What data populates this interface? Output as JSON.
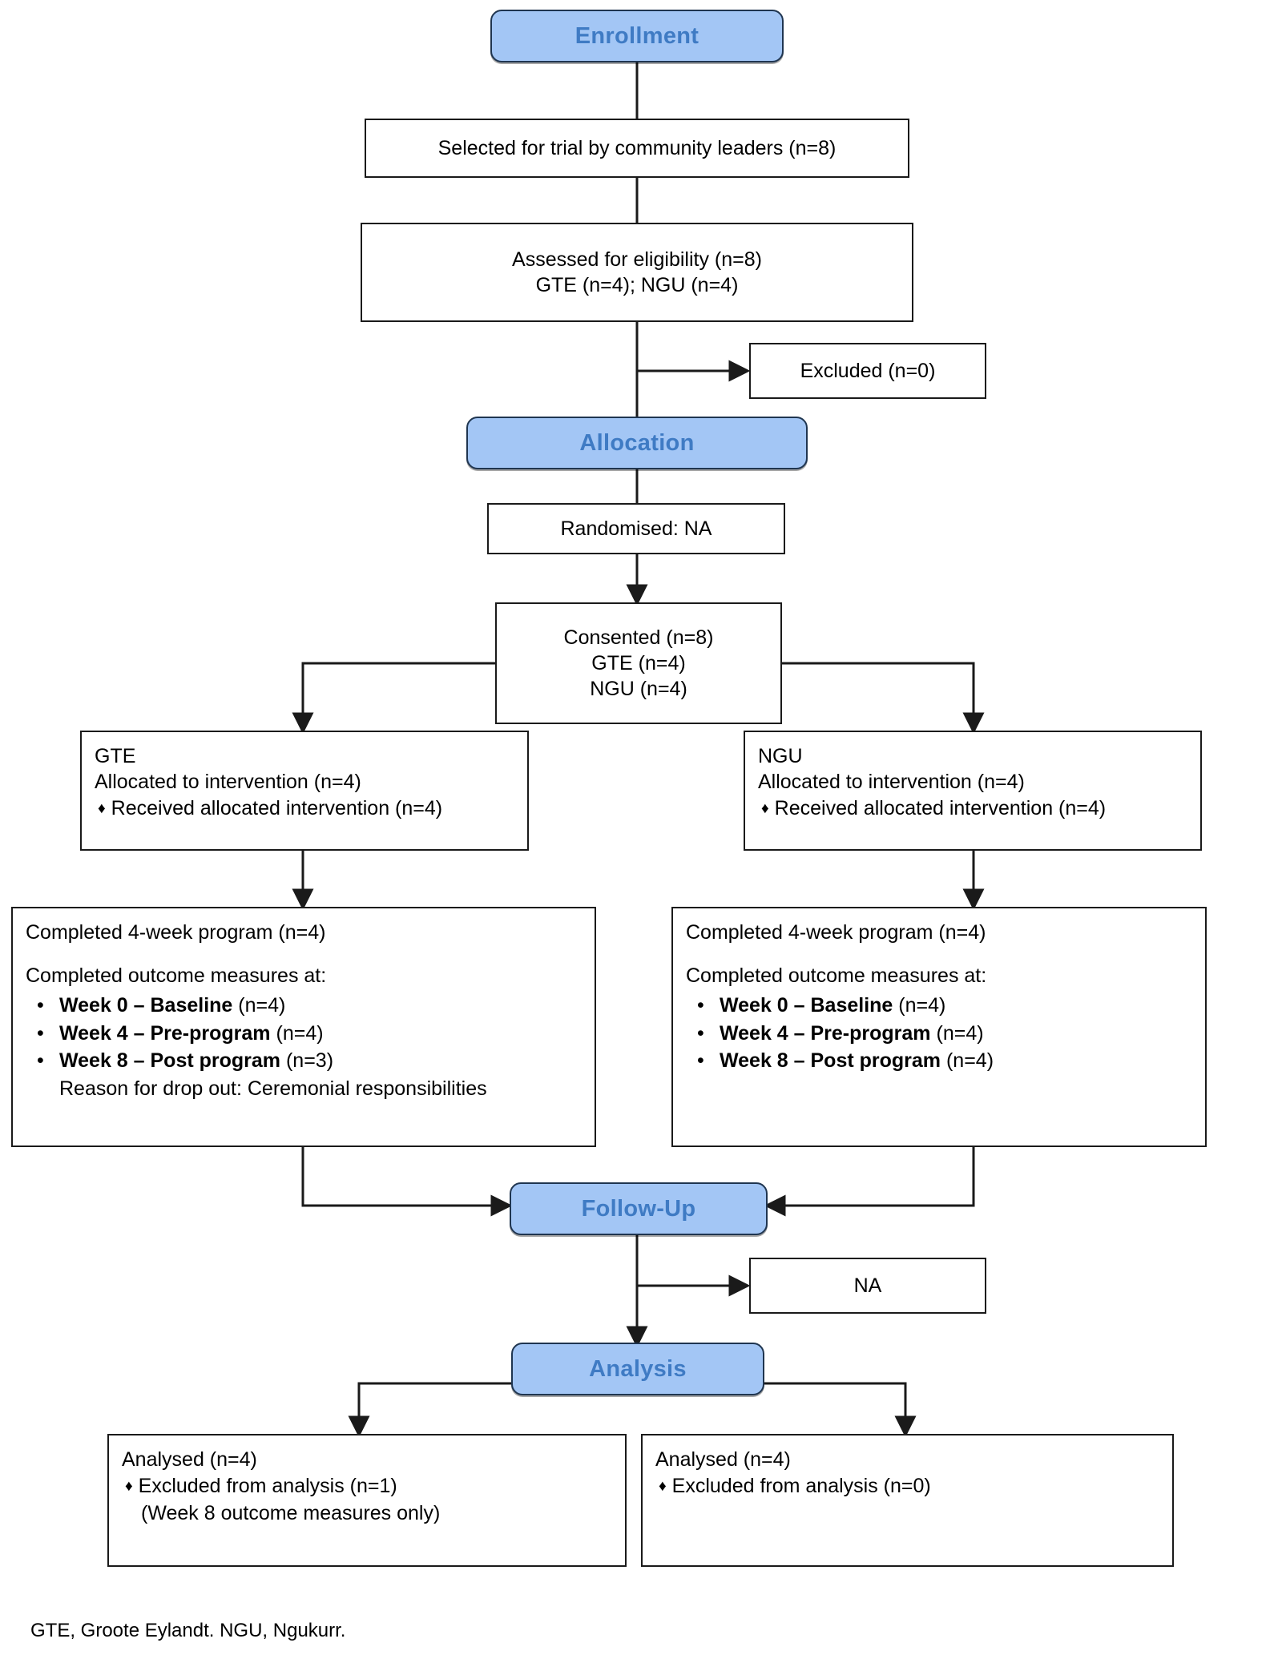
{
  "diagram": {
    "title": "CONSORT participant flow diagram",
    "accent_color": "#a3c6f5",
    "header_text_color": "#3f7bc4",
    "line_color": "#1a1a1a",
    "stages": [
      {
        "id": "enrollment",
        "label": "Enrollment"
      },
      {
        "id": "allocation",
        "label": "Allocation"
      },
      {
        "id": "followup",
        "label": "Follow-Up"
      },
      {
        "id": "analysis",
        "label": "Analysis"
      }
    ],
    "boxes": {
      "selected": {
        "line1": "Selected for trial by community leaders (n=8)"
      },
      "assessed": {
        "line1": "Assessed for eligibility (n=8)",
        "line2": "GTE (n=4); NGU (n=4)"
      },
      "excluded": {
        "line1": "Excluded (n=0)"
      },
      "randomised": {
        "line1": "Randomised: NA"
      },
      "consented": {
        "line1": "Consented (n=8)",
        "line2": "GTE (n=4)",
        "line3": "NGU (n=4)"
      },
      "gte_alloc": {
        "site": "GTE",
        "line1": "Allocated to intervention (n=4)",
        "bullet_glyph": "♦",
        "bullets": [
          "Received allocated intervention (n=4)"
        ]
      },
      "ngu_alloc": {
        "site": "NGU",
        "line1": "Allocated to intervention (n=4)",
        "bullet_glyph": "♦",
        "bullets": [
          "Received allocated intervention (n=4)"
        ]
      },
      "gte_outcomes": {
        "line1": "Completed 4-week program (n=4)",
        "line2": "Completed outcome measures at:",
        "bullet_glyph": "•",
        "items": [
          {
            "bold": "Week 0 – Baseline",
            "rest": " (n=4)"
          },
          {
            "bold": "Week 4 – Pre-program",
            "rest": " (n=4)"
          },
          {
            "bold": "Week 8 – Post program",
            "rest": " (n=3)"
          }
        ],
        "note": "Reason for drop out: Ceremonial responsibilities"
      },
      "ngu_outcomes": {
        "line1": "Completed 4-week program (n=4)",
        "line2": "Completed outcome measures at:",
        "bullet_glyph": "•",
        "items": [
          {
            "bold": "Week 0 – Baseline",
            "rest": " (n=4)"
          },
          {
            "bold": "Week 4 – Pre-program",
            "rest": " (n=4)"
          },
          {
            "bold": "Week 8 – Post program",
            "rest": " (n=4)"
          }
        ],
        "note": ""
      },
      "followup_na": {
        "line1": "NA"
      },
      "gte_analysed": {
        "line1": "Analysed (n=4)",
        "bullet_glyph": "♦",
        "bullets": [
          "Excluded from analysis (n=1)"
        ],
        "note": "(Week 8 outcome measures only)"
      },
      "ngu_analysed": {
        "line1": "Analysed (n=4)",
        "bullet_glyph": "♦",
        "bullets": [
          "Excluded from analysis (n=0)"
        ],
        "note": ""
      }
    },
    "footnote": "GTE, Groote Eylandt. NGU, Ngukurr."
  }
}
